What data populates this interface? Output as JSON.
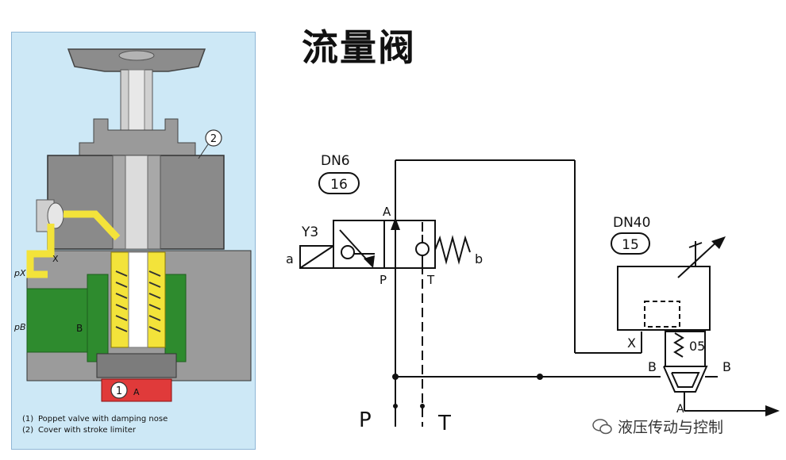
{
  "title": "流量阀",
  "left_panel": {
    "callout_1": "1",
    "callout_2": "2",
    "port_a": "A",
    "port_b": "B",
    "port_x": "X",
    "label_px": "pX",
    "label_pb": "pB",
    "caption_1_num": "(1)",
    "caption_1_text": "Poppet valve with damping nose",
    "caption_2_num": "(2)",
    "caption_2_text": "Cover with stroke limiter"
  },
  "schematic": {
    "dn6": "DN6",
    "code16": "16",
    "y3": "Y3",
    "sol_a": "a",
    "sol_b": "b",
    "port_A": "A",
    "port_P": "P",
    "port_T": "T",
    "dn40": "DN40",
    "code15": "15",
    "port_X": "X",
    "port_B_left": "B",
    "port_B_right": "B",
    "spring_05": "05",
    "port_A_bottom": "A",
    "line_P": "P",
    "line_T": "T"
  },
  "watermark": "液压传动与控制"
}
